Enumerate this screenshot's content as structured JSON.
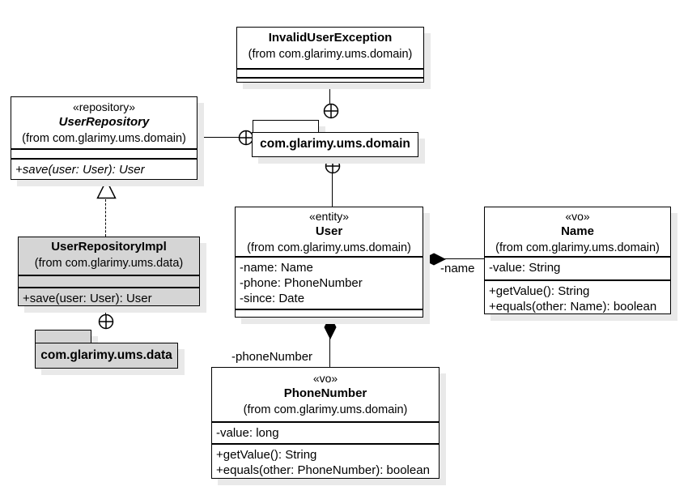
{
  "colors": {
    "box_fill": "#ffffff",
    "gray_fill": "#d5d5d5",
    "shadow": "#e9e9e9",
    "line": "#000000"
  },
  "classes": {
    "invalidUserException": {
      "name": "InvalidUserException",
      "from": "(from com.glarimy.ums.domain)"
    },
    "userRepository": {
      "stereotype": "«repository»",
      "name": "UserRepository",
      "from": "(from com.glarimy.ums.domain)",
      "methods": [
        "+save(user: User): User"
      ]
    },
    "userRepositoryImpl": {
      "name": "UserRepositoryImpl",
      "from": "(from com.glarimy.ums.data)",
      "methods": [
        "+save(user: User): User"
      ]
    },
    "user": {
      "stereotype": "«entity»",
      "name": "User",
      "from": "(from com.glarimy.ums.domain)",
      "attributes": [
        "-name: Name",
        "-phone: PhoneNumber",
        "-since: Date"
      ]
    },
    "nameVo": {
      "stereotype": "«vo»",
      "name": "Name",
      "from": "(from com.glarimy.ums.domain)",
      "attributes": [
        "-value: String"
      ],
      "methods": [
        "+getValue(): String",
        "+equals(other: Name): boolean"
      ]
    },
    "phoneNumber": {
      "stereotype": "«vo»",
      "name": "PhoneNumber",
      "from": "(from com.glarimy.ums.domain)",
      "attributes": [
        "-value: long"
      ],
      "methods": [
        "+getValue(): String",
        "+equals(other: PhoneNumber): boolean"
      ]
    }
  },
  "packages": {
    "domain": {
      "name": "com.glarimy.ums.domain"
    },
    "data": {
      "name": "com.glarimy.ums.data"
    }
  },
  "associations": {
    "userName": {
      "label": "-name"
    },
    "userPhone": {
      "label": "-phoneNumber"
    }
  }
}
